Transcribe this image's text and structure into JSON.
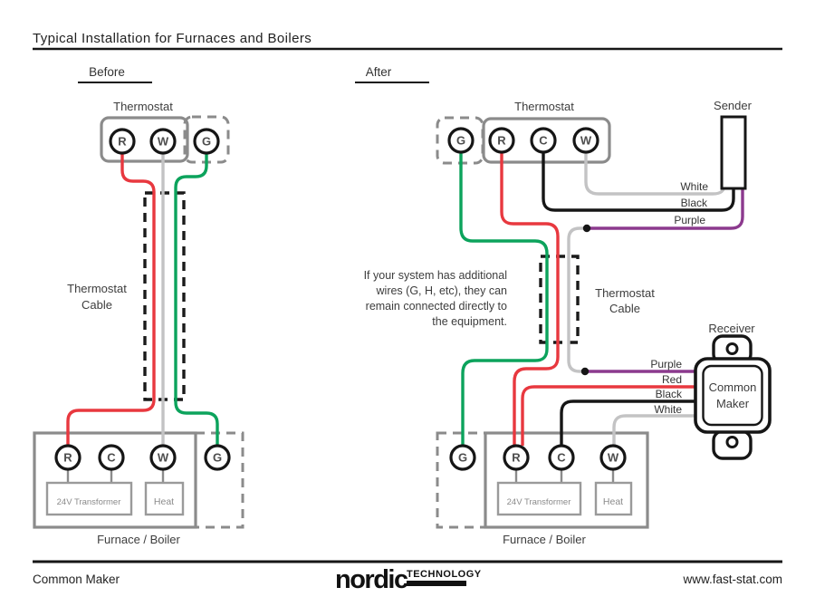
{
  "header": {
    "title": "Typical Installation for Furnaces and Boilers"
  },
  "sections": {
    "before": {
      "label": "Before",
      "thermostat": {
        "title": "Thermostat",
        "terminals": [
          "R",
          "W",
          "G"
        ]
      },
      "cable_label": [
        "Thermostat",
        "Cable"
      ],
      "furnace": {
        "terminals": [
          "R",
          "C",
          "W",
          "G"
        ],
        "transformer": "24V Transformer",
        "heat": "Heat",
        "label": "Furnace / Boiler"
      }
    },
    "after": {
      "label": "After",
      "thermostat": {
        "title": "Thermostat",
        "terminals": [
          "G",
          "R",
          "C",
          "W"
        ]
      },
      "sender": {
        "label": "Sender",
        "wire_labels": [
          "White",
          "Black",
          "Purple"
        ]
      },
      "note": [
        "If your system has additional",
        "wires (G, H, etc), they can",
        "remain connected directly to",
        "the equipment."
      ],
      "cable_label": [
        "Thermostat",
        "Cable"
      ],
      "receiver": {
        "label": "Receiver",
        "device": [
          "Common",
          "Maker"
        ],
        "wire_labels": [
          "Purple",
          "Red",
          "Black",
          "White"
        ]
      },
      "furnace": {
        "terminals": [
          "G",
          "R",
          "C",
          "W"
        ],
        "transformer": "24V Transformer",
        "heat": "Heat",
        "label": "Furnace / Boiler"
      }
    }
  },
  "footer": {
    "left": "Common Maker",
    "logo_main": "nordic",
    "logo_sub": "TECHNOLOGY",
    "right": "www.fast-stat.com"
  },
  "colors": {
    "red": "#e8383f",
    "green": "#0ca35c",
    "gray_wire": "#c3c3c4",
    "purple": "#8c3a8e",
    "black_wire": "#161616"
  }
}
